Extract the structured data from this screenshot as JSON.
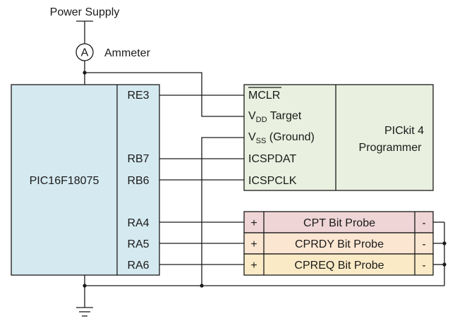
{
  "power_supply": {
    "label": "Power Supply"
  },
  "ammeter": {
    "symbol": "A",
    "label": "Ammeter"
  },
  "mcu": {
    "name": "PIC16F18075",
    "pins": {
      "re3": "RE3",
      "rb7": "RB7",
      "rb6": "RB6",
      "ra4": "RA4",
      "ra5": "RA5",
      "ra6": "RA6"
    }
  },
  "programmer": {
    "title_line1": "PICkit 4",
    "title_line2": "Programmer",
    "pins": {
      "mclr": "MCLR",
      "vdd_main": "V",
      "vdd_sub": "DD",
      "vdd_suffix": " Target",
      "vss_main": "V",
      "vss_sub": "SS",
      "vss_suffix": " (Ground)",
      "icspdat": "ICSPDAT",
      "icspclk": "ICSPCLK"
    }
  },
  "probes": [
    {
      "plus": "+",
      "label": "CPT Bit Probe",
      "minus": "-",
      "color": "#efd5d5"
    },
    {
      "plus": "+",
      "label": "CPRDY Bit Probe",
      "minus": "-",
      "color": "#fbe6d2"
    },
    {
      "plus": "+",
      "label": "CPREQ Bit Probe",
      "minus": "-",
      "color": "#faebc6"
    }
  ],
  "colors": {
    "mcu_fill": "#d5e9f0",
    "programmer_fill": "#e9f0df",
    "line": "#1a1a1a"
  }
}
